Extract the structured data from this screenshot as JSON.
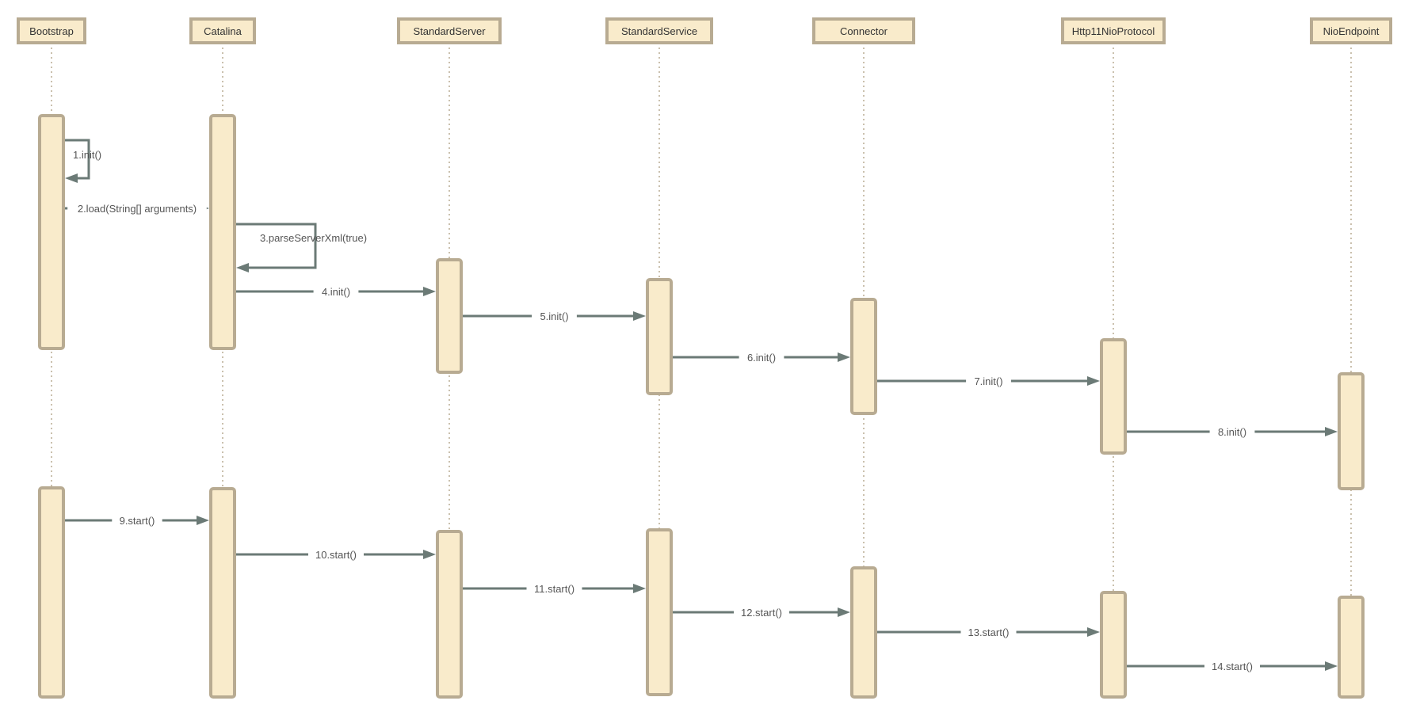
{
  "participants": [
    {
      "id": "bootstrap",
      "label": "Bootstrap"
    },
    {
      "id": "catalina",
      "label": "Catalina"
    },
    {
      "id": "standard-server",
      "label": "StandardServer"
    },
    {
      "id": "standard-service",
      "label": "StandardService"
    },
    {
      "id": "connector",
      "label": "Connector"
    },
    {
      "id": "http11-nio-protocol",
      "label": "Http11NioProtocol"
    },
    {
      "id": "nio-endpoint",
      "label": "NioEndpoint"
    }
  ],
  "messages": [
    {
      "label": "1.init()",
      "from": "Bootstrap",
      "to": "Bootstrap"
    },
    {
      "label": "2.load(String[] arguments)",
      "from": "Bootstrap",
      "to": "Catalina"
    },
    {
      "label": "3.parseServerXml(true)",
      "from": "Catalina",
      "to": "Catalina"
    },
    {
      "label": "4.init()",
      "from": "Catalina",
      "to": "StandardServer"
    },
    {
      "label": "5.init()",
      "from": "StandardServer",
      "to": "StandardService"
    },
    {
      "label": "6.init()",
      "from": "StandardService",
      "to": "Connector"
    },
    {
      "label": "7.init()",
      "from": "Connector",
      "to": "Http11NioProtocol"
    },
    {
      "label": "8.init()",
      "from": "Http11NioProtocol",
      "to": "NioEndpoint"
    },
    {
      "label": "9.start()",
      "from": "Bootstrap",
      "to": "Catalina"
    },
    {
      "label": "10.start()",
      "from": "Catalina",
      "to": "StandardServer"
    },
    {
      "label": "11.start()",
      "from": "StandardServer",
      "to": "StandardService"
    },
    {
      "label": "12.start()",
      "from": "StandardService",
      "to": "Connector"
    },
    {
      "label": "13.start()",
      "from": "Connector",
      "to": "Http11NioProtocol"
    },
    {
      "label": "14.start()",
      "from": "Http11NioProtocol",
      "to": "NioEndpoint"
    }
  ],
  "colors": {
    "box_fill": "#f9ebcb",
    "box_stroke": "#b8ab92",
    "arrow": "#6b7a76",
    "text": "#333333"
  }
}
